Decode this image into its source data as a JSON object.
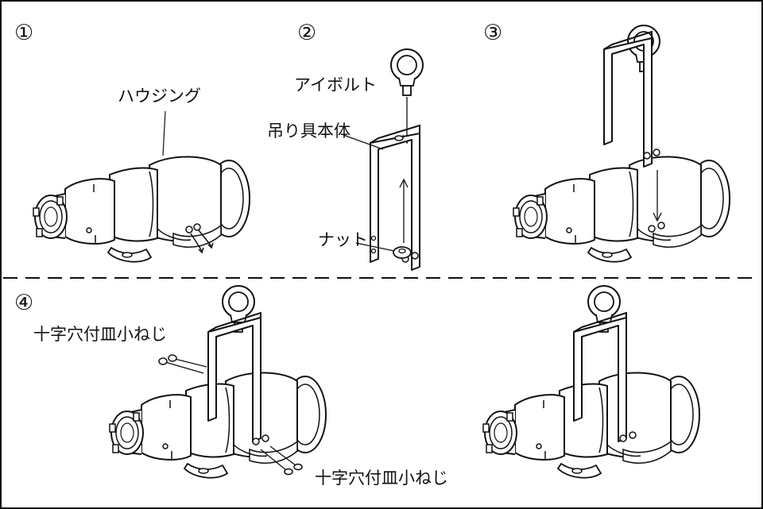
{
  "steps": [
    {
      "number": "①"
    },
    {
      "number": "②"
    },
    {
      "number": "③"
    },
    {
      "number": "④"
    }
  ],
  "labels": {
    "housing": "ハウジング",
    "eyebolt": "アイボルト",
    "hanger_body": "吊り具本体",
    "nut": "ナット",
    "screw_upper": "十字穴付皿小ねじ",
    "screw_lower": "十字穴付皿小ねじ"
  },
  "colors": {
    "line": "#111111",
    "fill": "#ffffff"
  }
}
